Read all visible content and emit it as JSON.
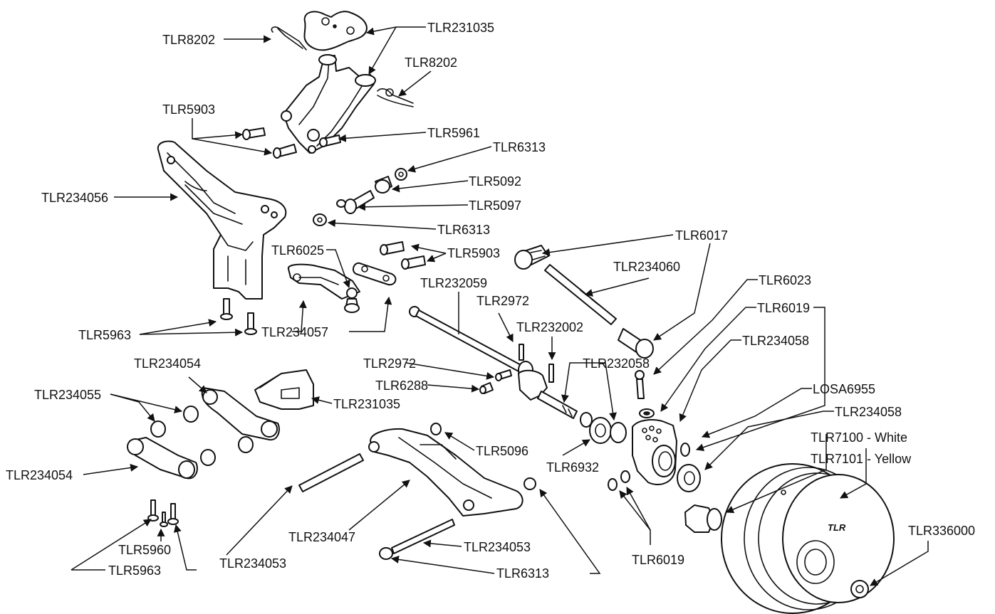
{
  "labels": {
    "tlr8202_a": "TLR8202",
    "tlr231035_a": "TLR231035",
    "tlr8202_b": "TLR8202",
    "tlr5903_a": "TLR5903",
    "tlr5961": "TLR5961",
    "tlr6313_a": "TLR6313",
    "tlr5092": "TLR5092",
    "tlr234056": "TLR234056",
    "tlr5097": "TLR5097",
    "tlr6313_b": "TLR6313",
    "tlr6017": "TLR6017",
    "tlr6025": "TLR6025",
    "tlr5903_b": "TLR5903",
    "tlr234060": "TLR234060",
    "tlr6023": "TLR6023",
    "tlr232059": "TLR232059",
    "tlr2972_a": "TLR2972",
    "tlr6019_a": "TLR6019",
    "tlr234057": "TLR234057",
    "tlr5963_a": "TLR5963",
    "tlr232002": "TLR232002",
    "tlr234058_a": "TLR234058",
    "tlr234054_a": "TLR234054",
    "tlr2972_b": "TLR2972",
    "tlr232058": "TLR232058",
    "tlr6288": "TLR6288",
    "tlr234055": "TLR234055",
    "tlr231035_b": "TLR231035",
    "losa6955": "LOSA6955",
    "tlr234058_b": "TLR234058",
    "tlr7100": "TLR7100 - White",
    "tlr7101": "TLR7101 - Yellow",
    "tlr5096": "TLR5096",
    "tlr234054_b": "TLR234054",
    "tlr6932": "TLR6932",
    "tlr336000": "TLR336000",
    "tlr234047": "TLR234047",
    "tlr5960": "TLR5960",
    "tlr234053_a": "TLR234053",
    "tlr234053_b": "TLR234053",
    "tlr6019_b": "TLR6019",
    "tlr5963_b": "TLR5963",
    "tlr6313_c": "TLR6313"
  },
  "wheel_logo": "TLR"
}
